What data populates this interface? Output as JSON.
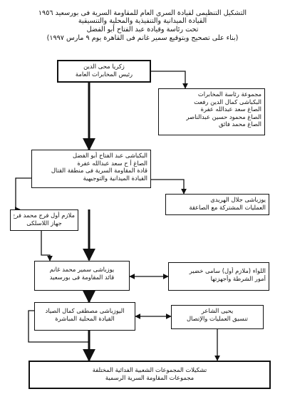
{
  "header": {
    "lines": [
      "التشكيل التنظيمى لقيادة السرى العام للمقاومة السرية فى بورسعيد ١٩٥٦",
      "القيادة الميدانية والتنفيذية والمحلية والتنسيقية",
      "تحت رئاسة وقيادة عبد الفتاح أبو الفضل",
      "(بناء على تصحيح وبتوقيع سمير غانم فى القاهرة يوم ٩ مارس ١٩٩٧)"
    ]
  },
  "boxes": {
    "zakaria": [
      "زكريا محى الدين",
      "رئيس المخابرات العامة"
    ],
    "intelligence": [
      "مجموعة رئاسة المخابرات",
      "البكباشى كمال الدين رفعت",
      "الصاغ سعد عبدالله عفرة",
      "الصاغ محمود حسين عبدالناصر",
      "الصاغ محمد فائق"
    ],
    "abulfadl": [
      "البكباشى عبد الفتاح أبو الفضل",
      "الصاغ أ ح سعد عبدالله عفرة",
      "قادة المقاومة السرية فى منطقة القتال",
      "القيادة الميدانية والتوجيهية"
    ],
    "jalal": [
      "يوزباشى جلال الهريدى",
      "العمليات المشتركة مع الصاعقة"
    ],
    "wireless": [
      "ملازم أول فرج محمد فرج",
      "جهاز اللاسلكى"
    ],
    "ghanem": [
      "يوزباشى سمير محمد غانم",
      "قائد المقاومة فى بورسعيد"
    ],
    "khodeir": [
      "اللواء (ملازم أول) سامى خضير",
      "أمور الشرطة وأجهزتها"
    ],
    "sayyad": [
      "اليوزباشى مصطفى كمال الصياد",
      "القيادة المحلية المباشرة"
    ],
    "shaer": [
      "يحيى الشاعر",
      "تنسيق العمليات والإتصال"
    ],
    "groups": [
      "تشكيلات المجموعات الشعبية الفدائية المختلفة",
      "مجموعات المقاومة السرية الرسمية"
    ]
  }
}
